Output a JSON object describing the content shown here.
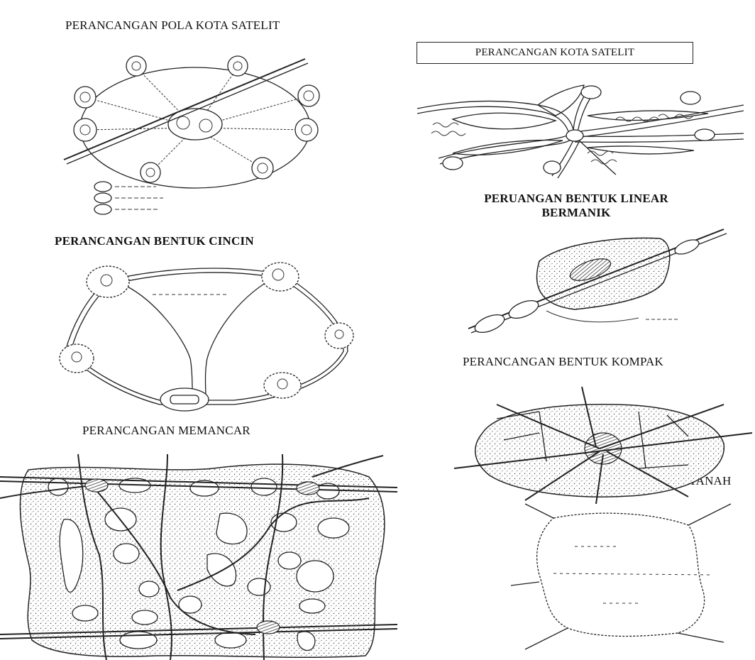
{
  "diagrams": {
    "satellite_pattern": {
      "title": "PERANCANGAN POLA KOTA SATELIT"
    },
    "satellite_town": {
      "title": "PERANCANGAN KOTA SATELIT"
    },
    "linear_beaded": {
      "title_line1": "PERUANGAN BENTUK LINEAR",
      "title_line2": "BERMANIK"
    },
    "ring": {
      "title": "PERANCANGAN BENTUK CINCIN"
    },
    "compact": {
      "title": "PERANCANGAN BENTUK KOMPAK"
    },
    "radiating": {
      "title": "PERANCANGAN MEMANCAR"
    },
    "underground": {
      "title": "PERANCANGAN KOTA BAWAH TANAH"
    }
  }
}
